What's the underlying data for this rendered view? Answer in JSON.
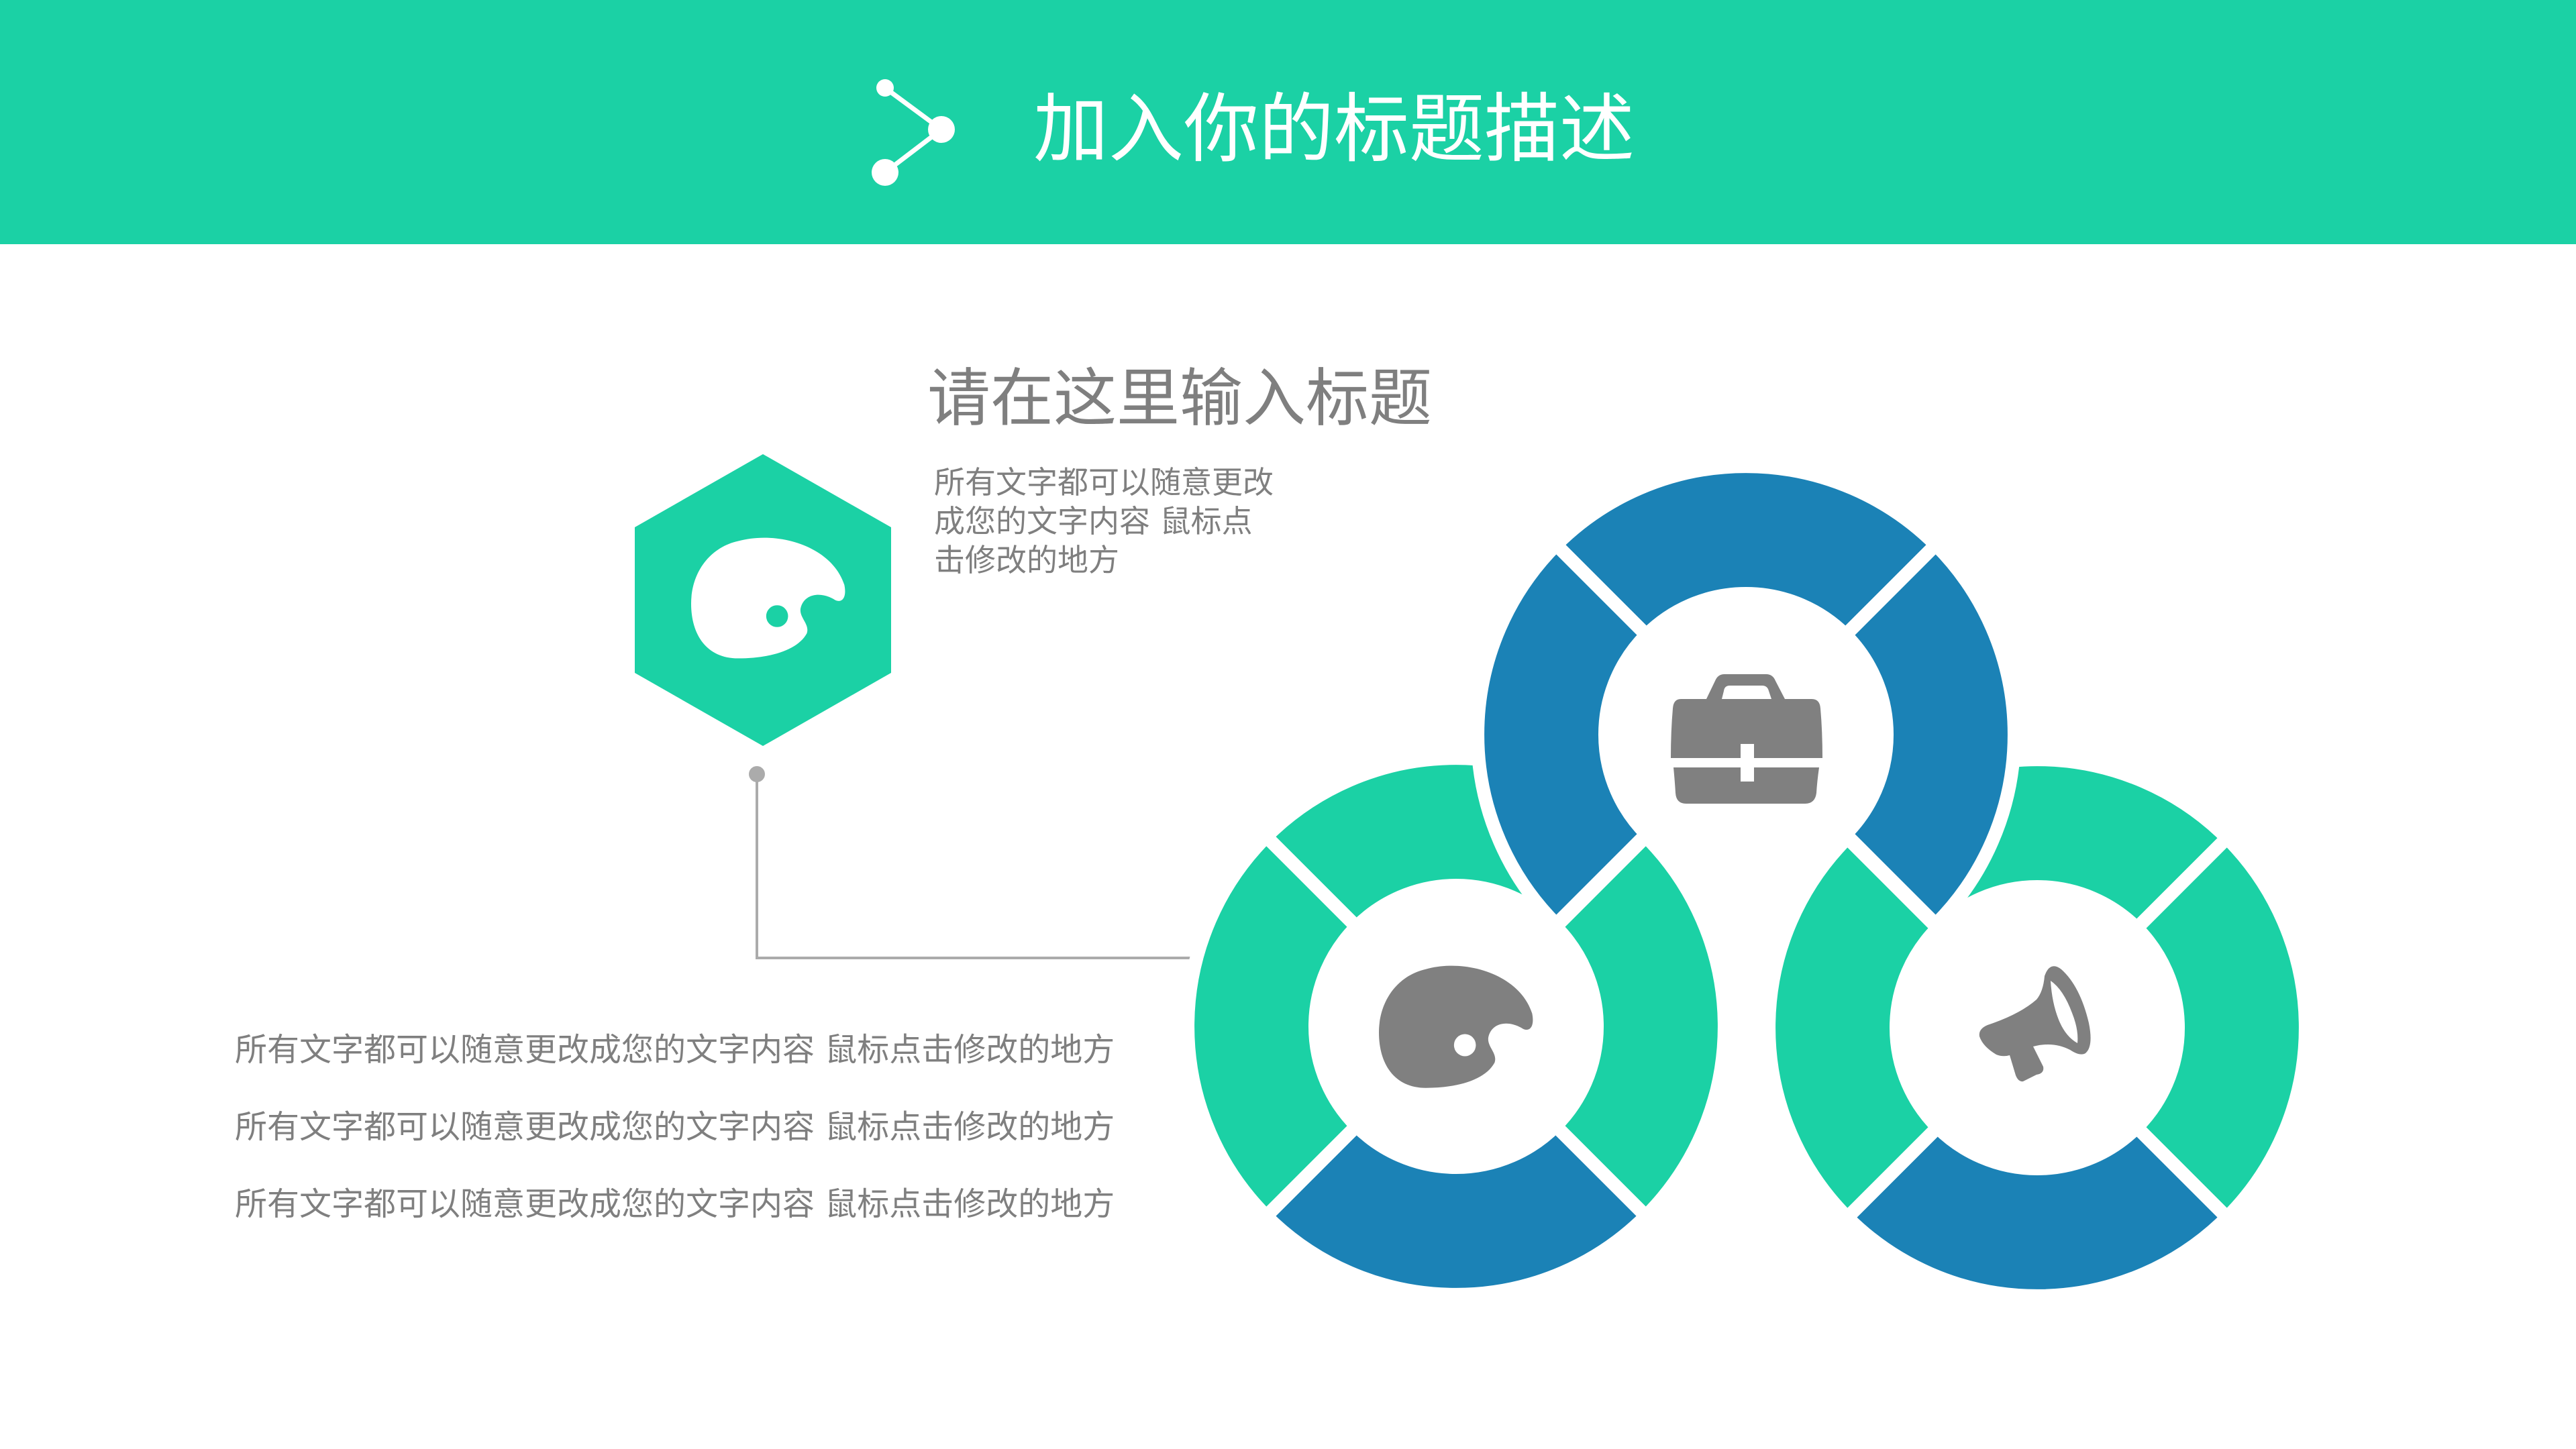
{
  "header": {
    "title": "加入你的标题描述",
    "icon": "share-nodes-icon",
    "background_color": "#1BD1A5"
  },
  "section": {
    "title": "请在这里输入标题",
    "paragraph_lines": [
      "所有文字都可以随意更改",
      "成您的文字内容 鼠标点",
      "击修改的地方"
    ],
    "hexagon_icon": "palette-icon"
  },
  "bullets": [
    "所有文字都可以随意更改成您的文字内容 鼠标点击修改的地方",
    "所有文字都可以随意更改成您的文字内容 鼠标点击修改的地方",
    "所有文字都可以随意更改成您的文字内容 鼠标点击修改的地方"
  ],
  "rings": [
    {
      "name": "left",
      "icon": "palette-icon"
    },
    {
      "name": "top",
      "icon": "briefcase-icon"
    },
    {
      "name": "right",
      "icon": "megaphone-icon"
    }
  ],
  "colors": {
    "green": "#1BD1A5",
    "blue": "#1B82B6",
    "icon_gray": "#808080",
    "text_gray": "#7F7F7F",
    "connector_gray": "#ABABAB"
  }
}
